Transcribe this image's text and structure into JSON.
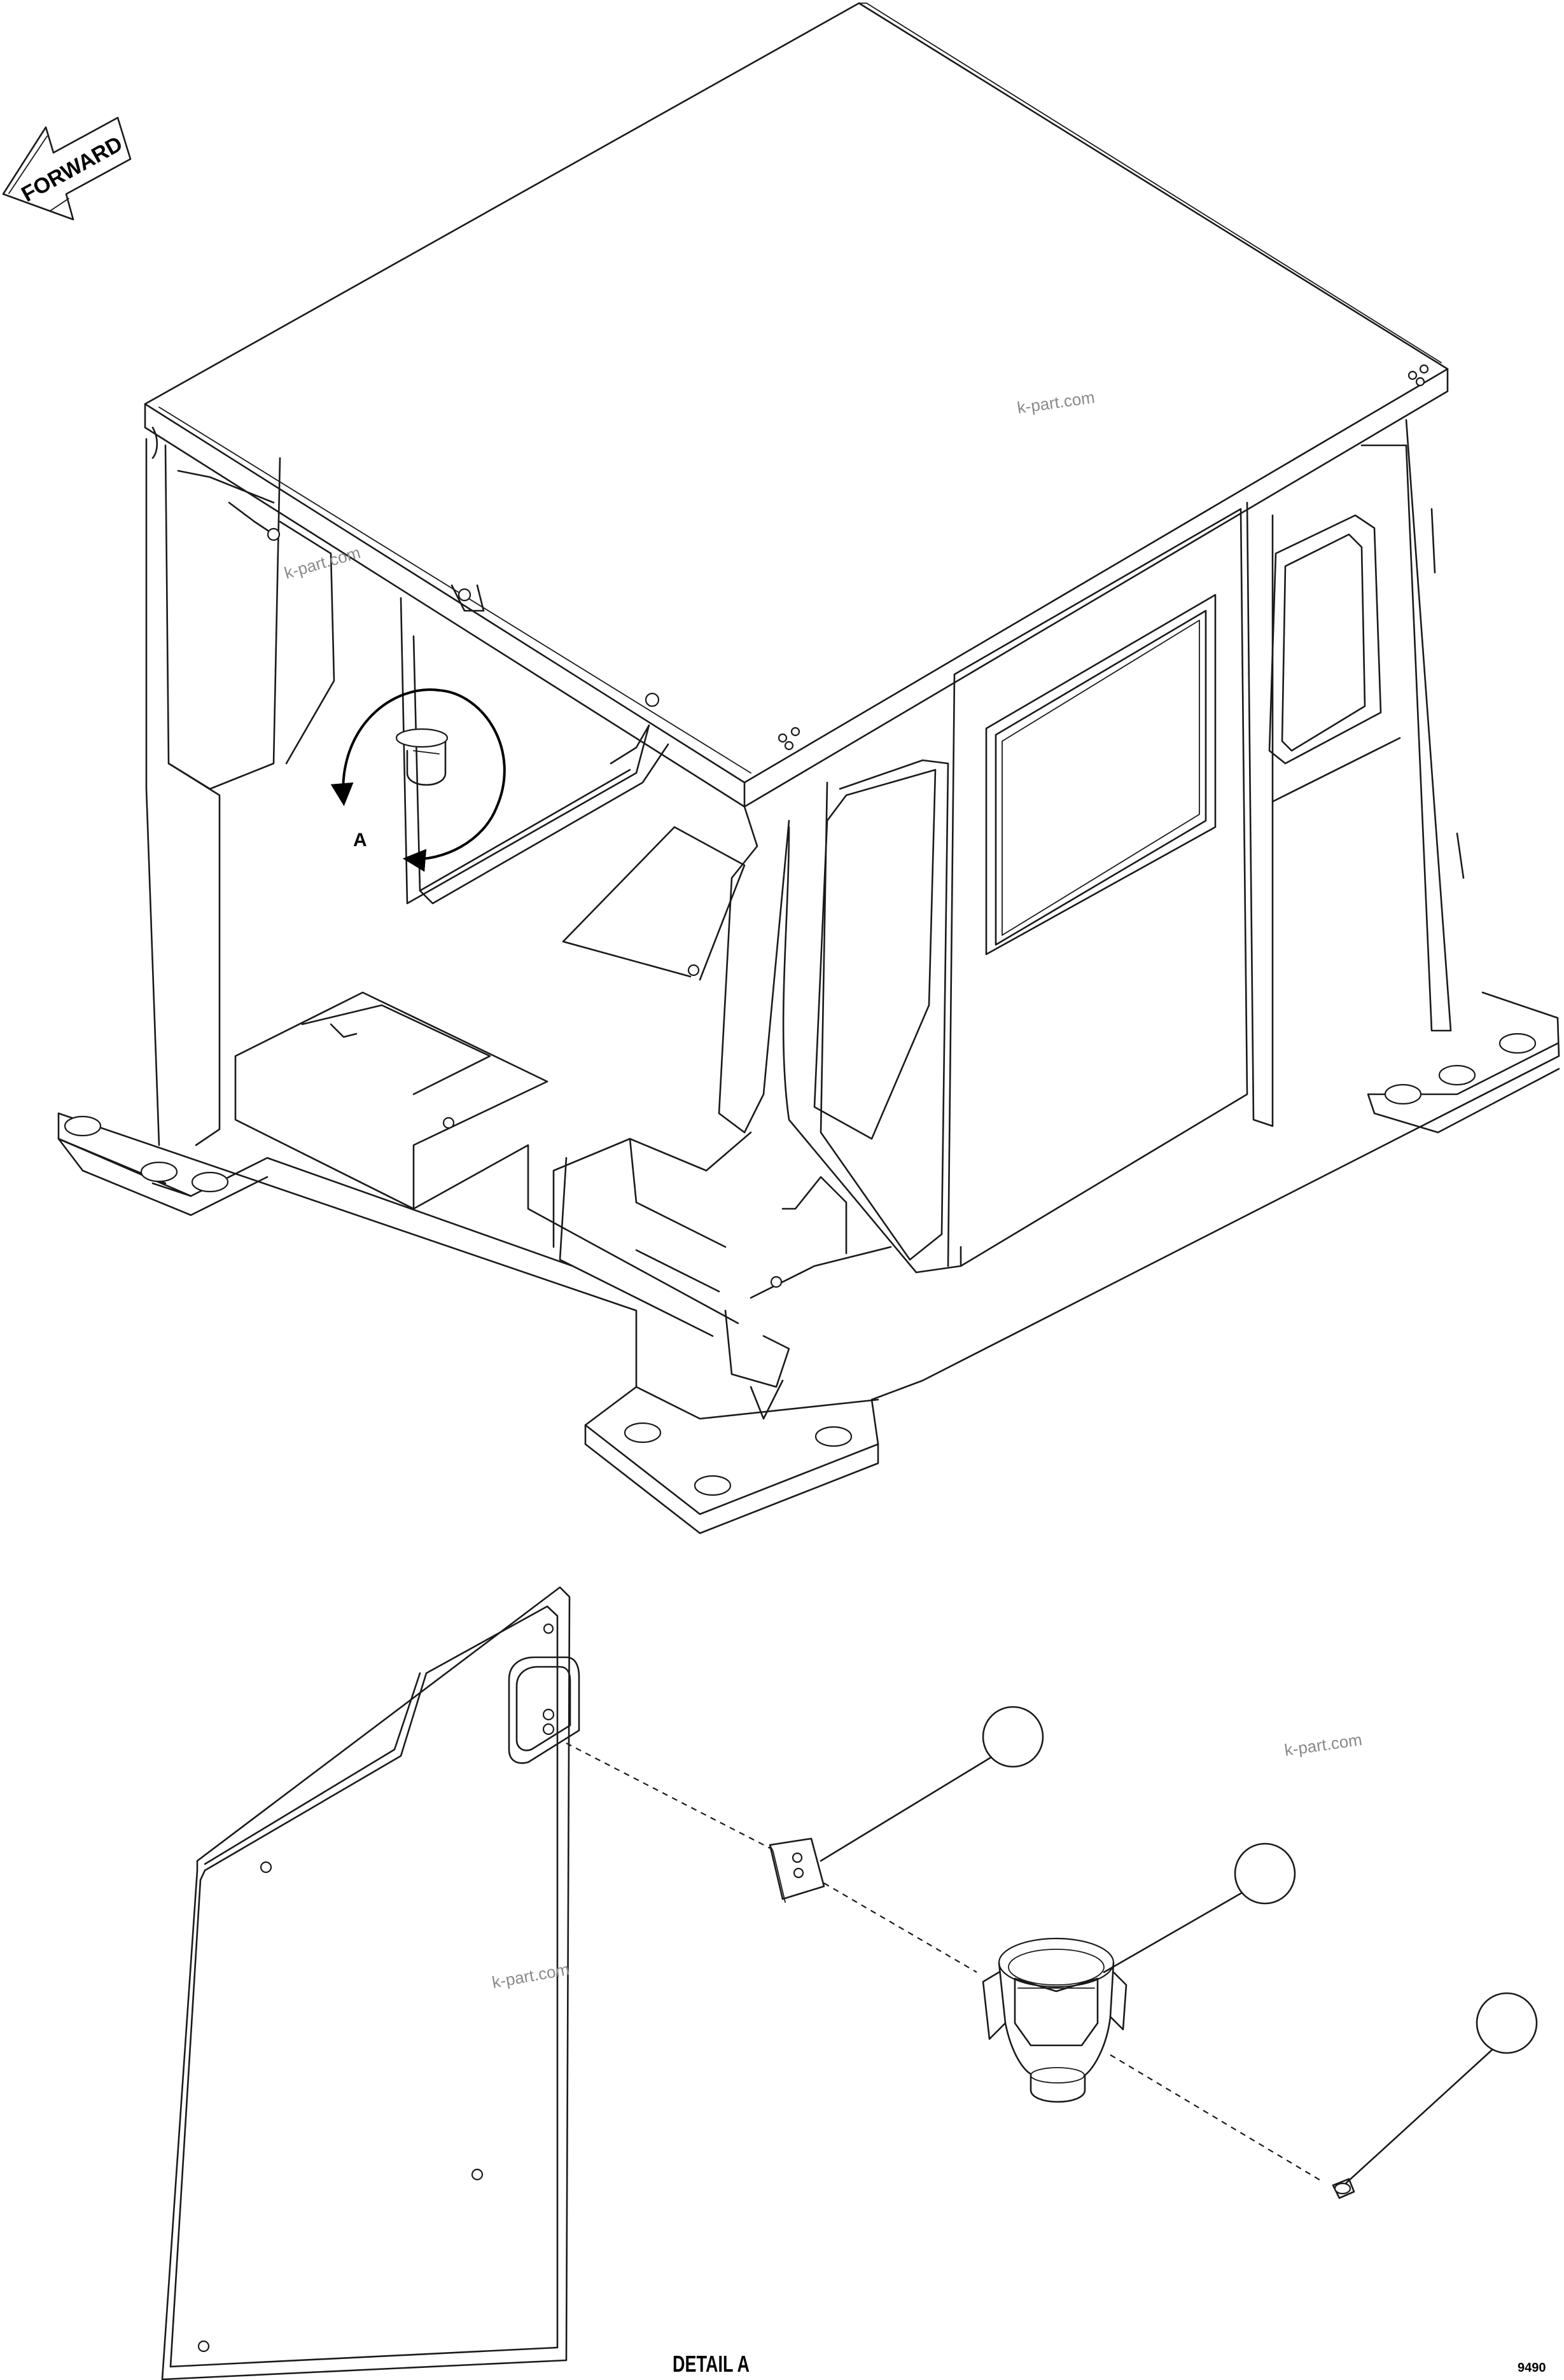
{
  "labels": {
    "forward": "FORWARD",
    "view_a": "A",
    "detail_title": "DETAIL A",
    "drawing_code": "9490"
  },
  "watermarks": [
    "k-part.com",
    "k-part.com",
    "k-part.com",
    "k-part.com"
  ],
  "callouts": [
    {
      "id": "balloon-1",
      "text": ""
    },
    {
      "id": "balloon-2",
      "text": ""
    },
    {
      "id": "balloon-3",
      "text": ""
    }
  ],
  "colors": {
    "ink": "#1a1a1a",
    "watermark": "#8a8a8a",
    "background": "#ffffff"
  }
}
